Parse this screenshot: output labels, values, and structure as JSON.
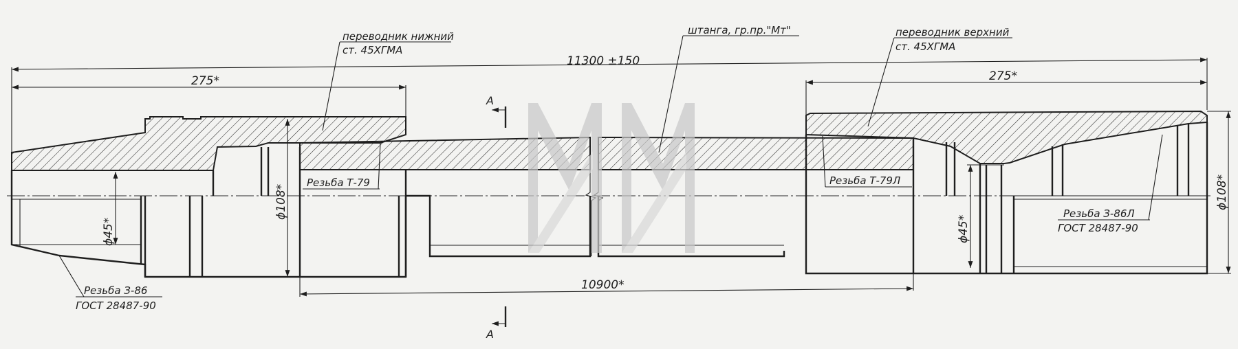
{
  "labels": {
    "lower_sub": "переводник нижний",
    "lower_sub_material": "ст. 45ХГМА",
    "rod": "штанга, гр.пр.\"Мт\"",
    "upper_sub": "переводник верхний",
    "upper_sub_material": "ст. 45ХГМА",
    "thread_t79": "Резьба Т-79",
    "thread_t79l": "Резьба Т-79Л",
    "thread_z86": "Резьба З-86",
    "thread_z86_gost": "ГОСТ 28487-90",
    "thread_z86l": "Резьба З-86Л",
    "thread_z86l_gost": "ГОСТ 28487-90"
  },
  "dimensions": {
    "overall_length": "11300 ±150",
    "lower_sub_length": "275*",
    "upper_sub_length": "275*",
    "rod_length": "10900*",
    "lower_bore": "ϕ45*",
    "upper_bore": "ϕ45*",
    "lower_od": "ϕ108*",
    "upper_od": "ϕ108*"
  },
  "section": {
    "top": "А",
    "bottom": "А"
  },
  "colors": {
    "ink": "#1e1e1e",
    "paper": "#f3f3f1",
    "watermark": "#c8c8c8"
  }
}
